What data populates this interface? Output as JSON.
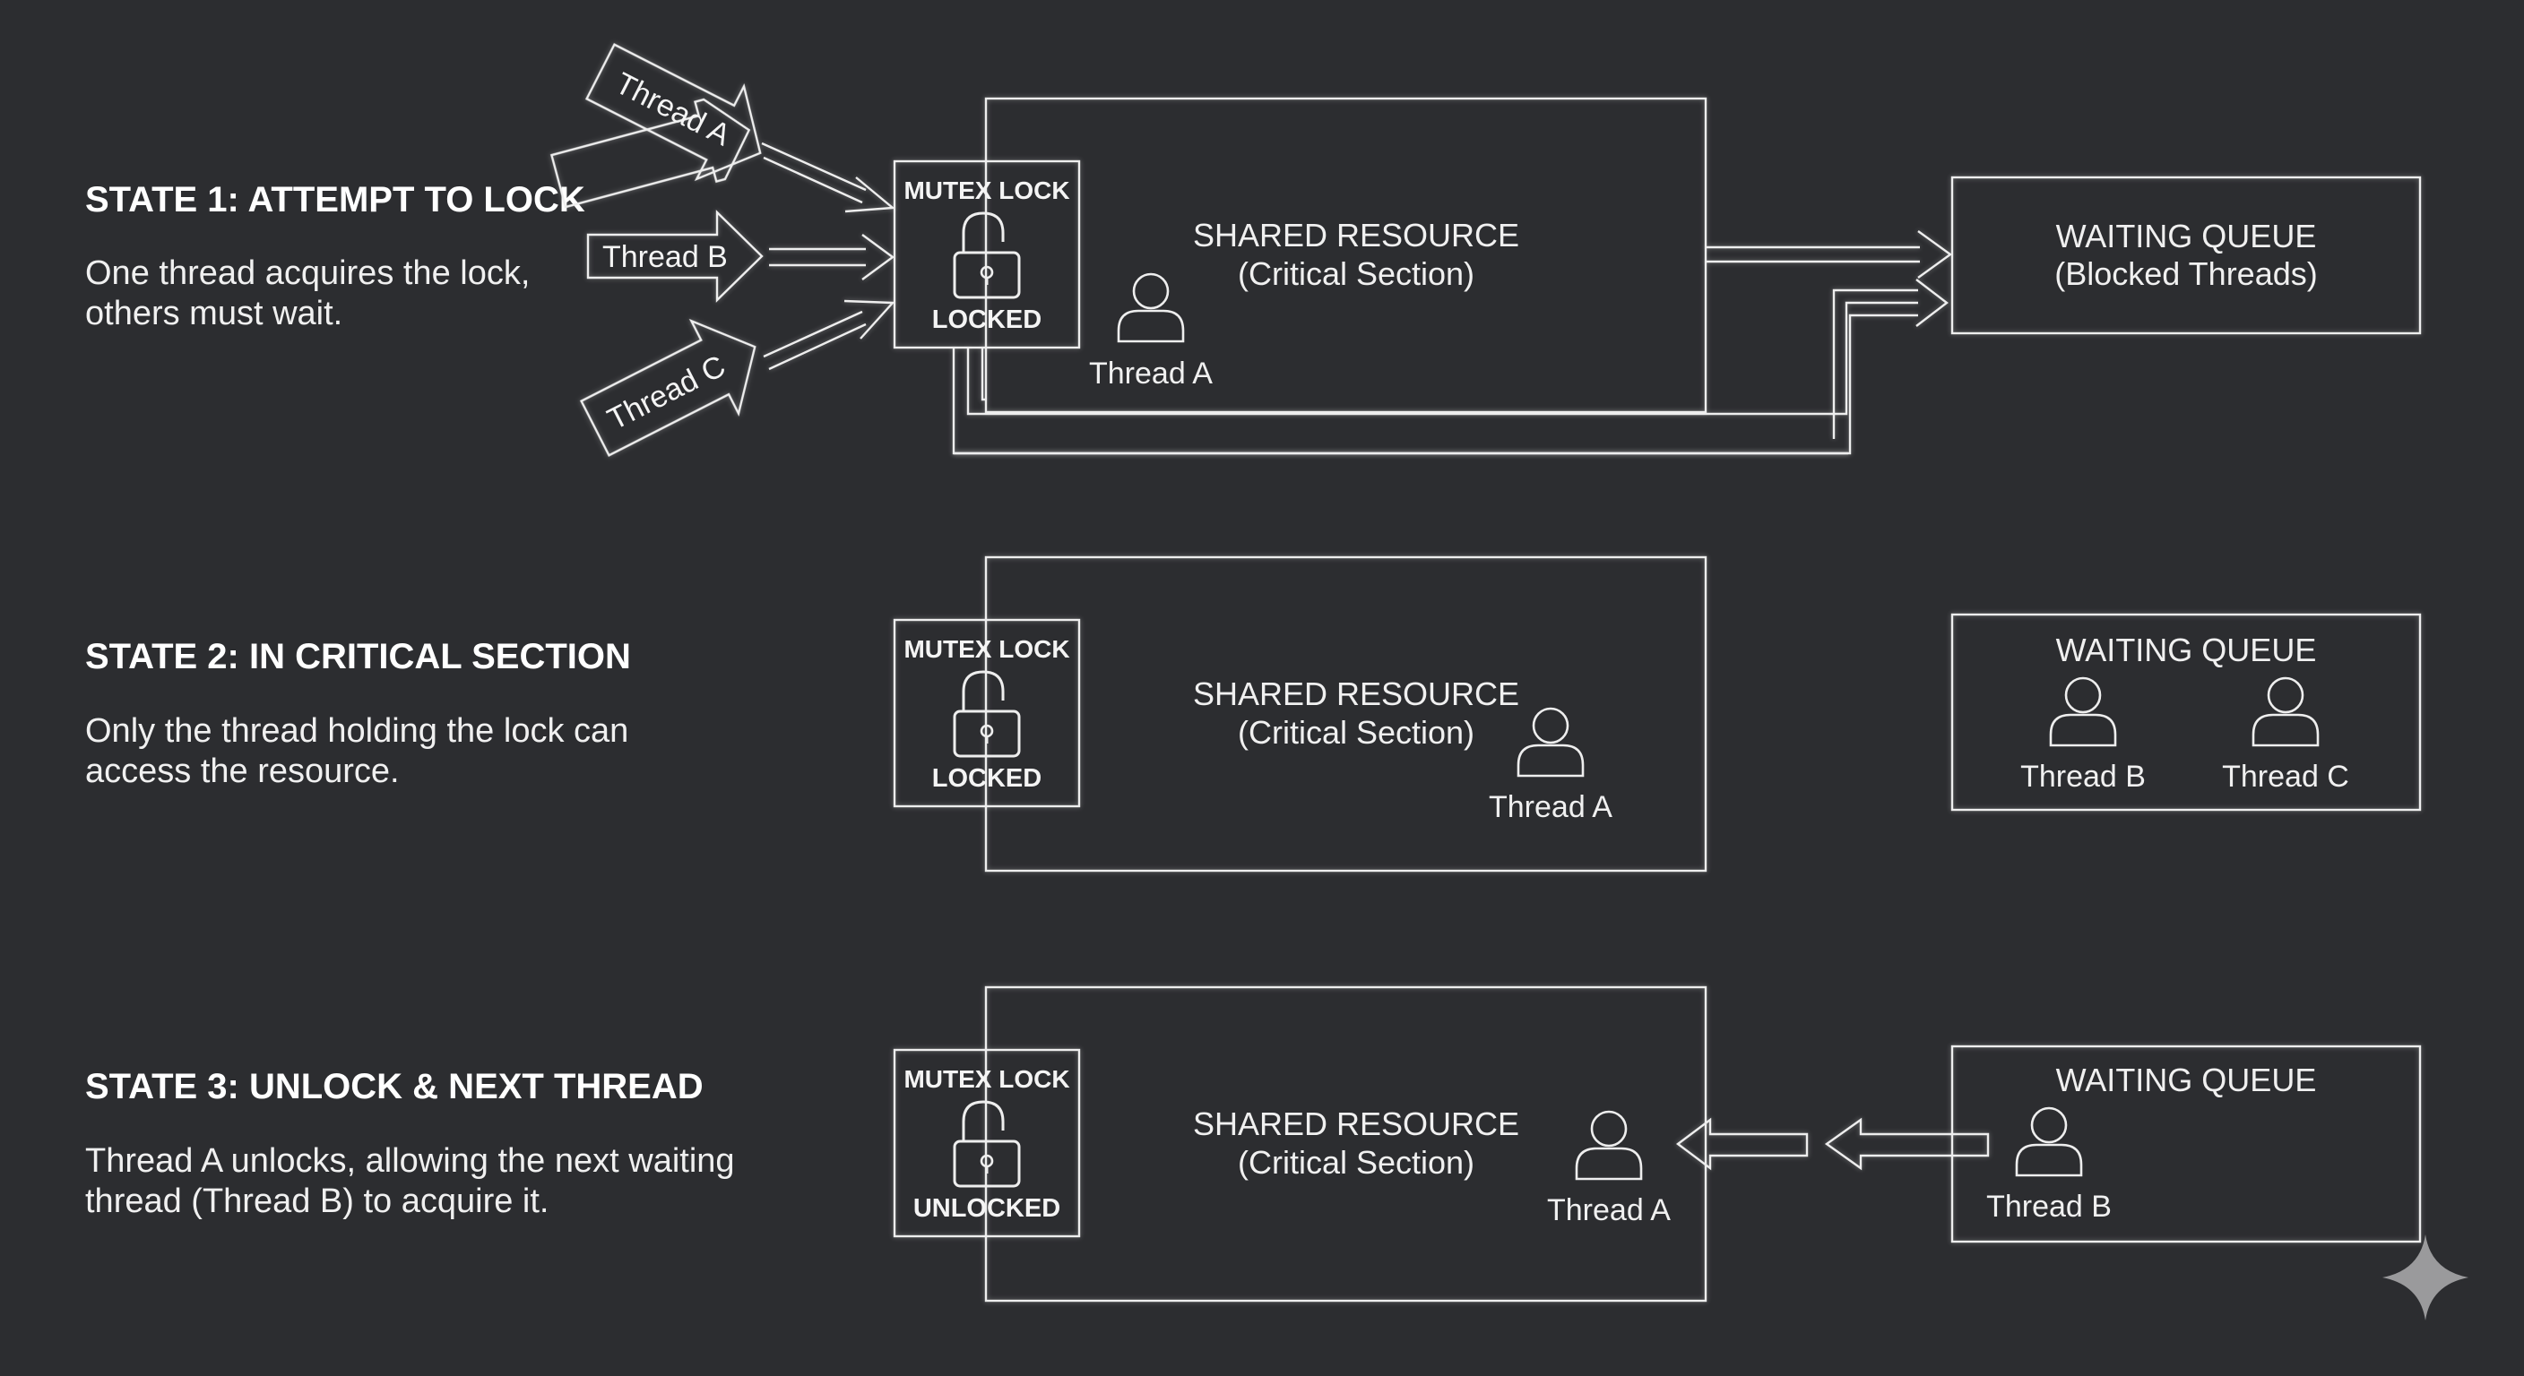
{
  "states": [
    {
      "heading": "STATE 1: ATTEMPT TO LOCK",
      "description": [
        "One thread acquires the lock,",
        "others must wait."
      ],
      "mutex": {
        "title": "MUTEX LOCK",
        "status": "LOCKED",
        "icon": "padlock-icon"
      },
      "resource": {
        "line1": "SHARED RESOURCE",
        "line2": "(Critical Section)",
        "thread": "Thread A"
      },
      "incoming_threads": [
        "Thread A",
        "Thread B",
        "Thread C"
      ],
      "queue": {
        "line1": "WAITING QUEUE",
        "line2": "(Blocked Threads)"
      }
    },
    {
      "heading": "STATE 2: IN CRITICAL SECTION",
      "description": [
        "Only the thread holding the lock can",
        "access the resource."
      ],
      "mutex": {
        "title": "MUTEX LOCK",
        "status": "LOCKED",
        "icon": "padlock-icon"
      },
      "resource": {
        "line1": "SHARED RESOURCE",
        "line2": "(Critical Section)",
        "thread": "Thread A"
      },
      "queue": {
        "line1": "WAITING QUEUE",
        "threads": [
          "Thread B",
          "Thread C"
        ]
      }
    },
    {
      "heading": "STATE 3: UNLOCK & NEXT THREAD",
      "description": [
        "Thread A unlocks, allowing the next waiting",
        "thread (Thread B) to acquire it."
      ],
      "mutex": {
        "title": "MUTEX LOCK",
        "status": "UNLOCKED",
        "icon": "padlock-open-icon"
      },
      "resource": {
        "line1": "SHARED RESOURCE",
        "line2": "(Critical Section)",
        "thread": "Thread A"
      },
      "queue": {
        "line1": "WAITING QUEUE",
        "threads": [
          "Thread B"
        ]
      }
    }
  ],
  "colors": {
    "background": "#2c2d30",
    "stroke": "#eeeeee",
    "text": "#f2f2f2"
  },
  "watermark_icon": "sparkle-icon"
}
